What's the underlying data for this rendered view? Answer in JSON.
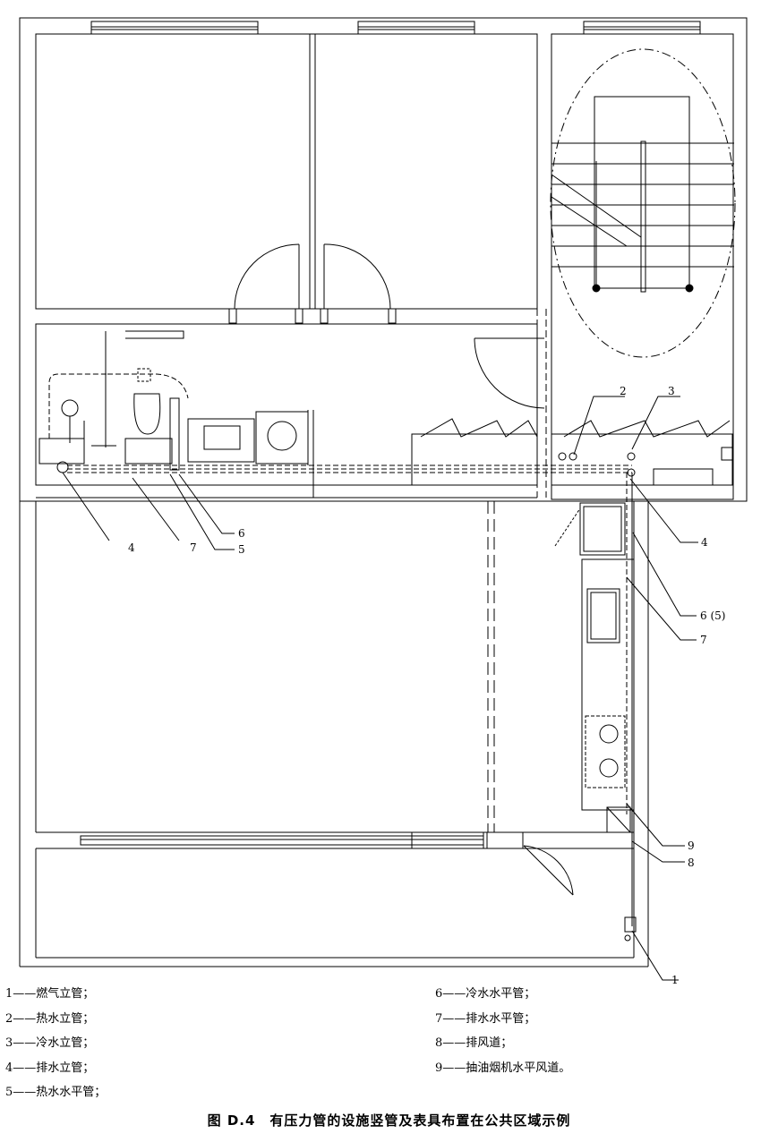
{
  "callouts": {
    "c1": "1",
    "c2": "2",
    "c3": "3",
    "c4a": "4",
    "c4b": "4",
    "c5": "5",
    "c6": "6",
    "c6_5": "6 (5)",
    "c7a": "7",
    "c7b": "7",
    "c8": "8",
    "c9": "9"
  },
  "legend_left": [
    "1——燃气立管；",
    "2——热水立管；",
    "3——冷水立管；",
    "4——排水立管；",
    "5——热水水平管；"
  ],
  "legend_right": [
    "6——冷水水平管；",
    "7——排水水平管；",
    "8——排风道；",
    "9——抽油烟机水平风道。"
  ],
  "caption": "图 D.4　有压力管的设施竖管及表具布置在公共区域示例"
}
